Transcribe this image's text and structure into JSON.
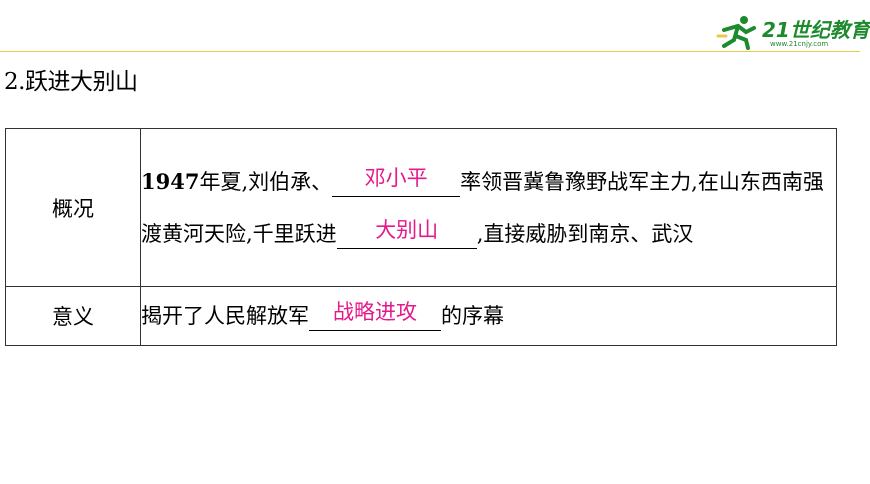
{
  "logo": {
    "text": "21世纪教育",
    "url": "www.21cnjy.com",
    "brand_color": "#1e8a2e",
    "icon": "running-figure-icon"
  },
  "heading": "2.跃进大别山",
  "table": {
    "rows": [
      {
        "label": "概况",
        "year": "1947",
        "text_1": "年夏,刘伯承、",
        "answer_1": "邓小平",
        "text_2": "率领晋冀鲁豫野战军主力,在山东西南强渡黄河天险,千里跃进",
        "answer_2": "大别山",
        "text_3": ",直接威胁到南京、武汉"
      },
      {
        "label": "意义",
        "text_1": "揭开了人民解放军",
        "answer_1": "战略进攻",
        "text_2": "的序幕"
      }
    ]
  },
  "colors": {
    "answer": "#e6198c",
    "rule": "#e8c94a"
  }
}
